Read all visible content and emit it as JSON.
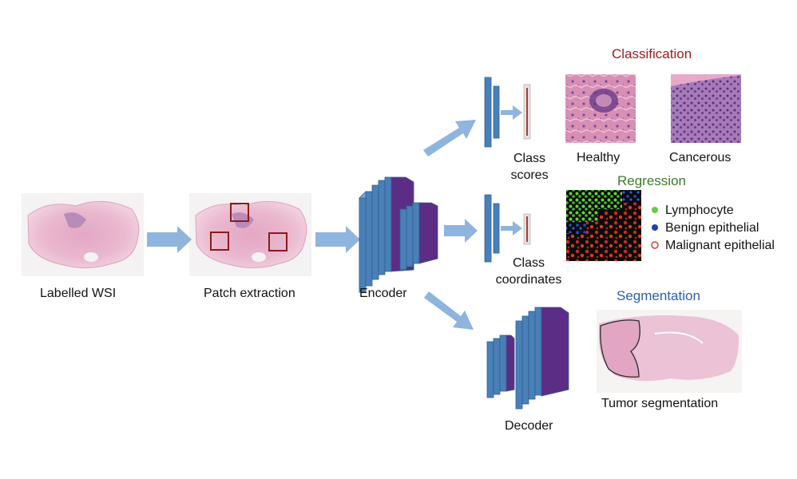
{
  "labels": {
    "wsi": "Labelled WSI",
    "patch": "Patch extraction",
    "encoder": "Encoder",
    "decoder": "Decoder",
    "class_scores_1": "Class",
    "class_scores_2": "scores",
    "class_coords_1": "Class",
    "class_coords_2": "coordinates",
    "healthy": "Healthy",
    "cancerous": "Cancerous",
    "tumor_seg": "Tumor segmentation"
  },
  "headings": {
    "classification": "Classification",
    "regression": "Regression",
    "segmentation": "Segmentation"
  },
  "legend": [
    {
      "label": "Lymphocyte",
      "color": "#66cc44",
      "style": "filled"
    },
    {
      "label": "Benign epithelial",
      "color": "#1f3fb8",
      "style": "filled"
    },
    {
      "label": "Malignant epithelial",
      "color": "#d04040",
      "style": "ring"
    }
  ],
  "colors": {
    "classification": "#9b1c1c",
    "regression": "#3f7a2a",
    "segmentation": "#2b5fad",
    "arrow": "#8fb4dd",
    "layer_blue": "#4a80b8",
    "layer_purple": "#5c2d85",
    "patch_box": "#8b1a1a",
    "score_line": "#b03a2e"
  }
}
